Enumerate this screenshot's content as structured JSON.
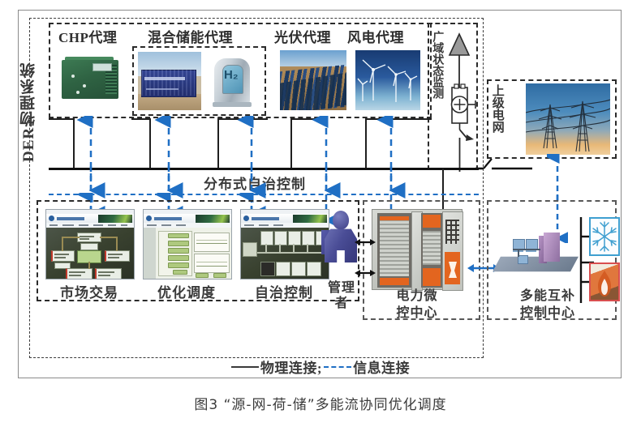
{
  "figure": {
    "caption": "图3 “源-网-荷-储”多能流协同优化调度",
    "legend": {
      "physical": "物理连接;",
      "information": "信息连接"
    }
  },
  "der_system": {
    "label": "DER物理系统"
  },
  "agents": [
    {
      "id": "chp",
      "label": "CHP代理",
      "icon": "chp-generator-photo"
    },
    {
      "id": "hybrid",
      "label": "混合储能代理",
      "icon": "hybrid-storage-photo"
    },
    {
      "id": "pv",
      "label": "光伏代理",
      "icon": "pv-farm-photo"
    },
    {
      "id": "wind",
      "label": "风电代理",
      "icon": "wind-farm-photo"
    }
  ],
  "wide_area": {
    "label": "广域状态监测",
    "icons": [
      "antenna-icon",
      "measurement-transformer-icon",
      "circuit-breaker-icon"
    ]
  },
  "upper_grid": {
    "label": "上级电网",
    "icon": "transmission-tower-photo"
  },
  "distributed_control": {
    "label": "分布式自治控制"
  },
  "platform": {
    "screens": [
      {
        "id": "market",
        "label": "市场交易",
        "icon": "market-trading-screen"
      },
      {
        "id": "dispatch",
        "label": "优化调度",
        "icon": "optimal-dispatch-screen"
      },
      {
        "id": "autonomy",
        "label": "自治控制",
        "icon": "autonomous-control-screen"
      }
    ],
    "manager": {
      "label": "管理\n者",
      "label_line1": "管理",
      "label_line2": "者",
      "icon": "manager-person-icon"
    }
  },
  "micro_control_center": {
    "label_line1": "电力微",
    "label_line2": "控中心",
    "icon": "control-cabinet-photo"
  },
  "multi_energy_center": {
    "label_line1": "多能互补",
    "label_line2": "控制中心",
    "icon": "server-rack-icon",
    "loads": [
      {
        "id": "cooling",
        "icon": "snowflake-icon",
        "color": "#3f9fd0"
      },
      {
        "id": "heating",
        "icon": "flame-icon",
        "color": "#d94f4f"
      }
    ]
  },
  "colors": {
    "physical_line": "#1f1f1f",
    "information_line": "#1f6fc4",
    "frame": "#8b8b8b",
    "dashed_box": "#2b2b2b",
    "text": "#3a3a3a"
  }
}
